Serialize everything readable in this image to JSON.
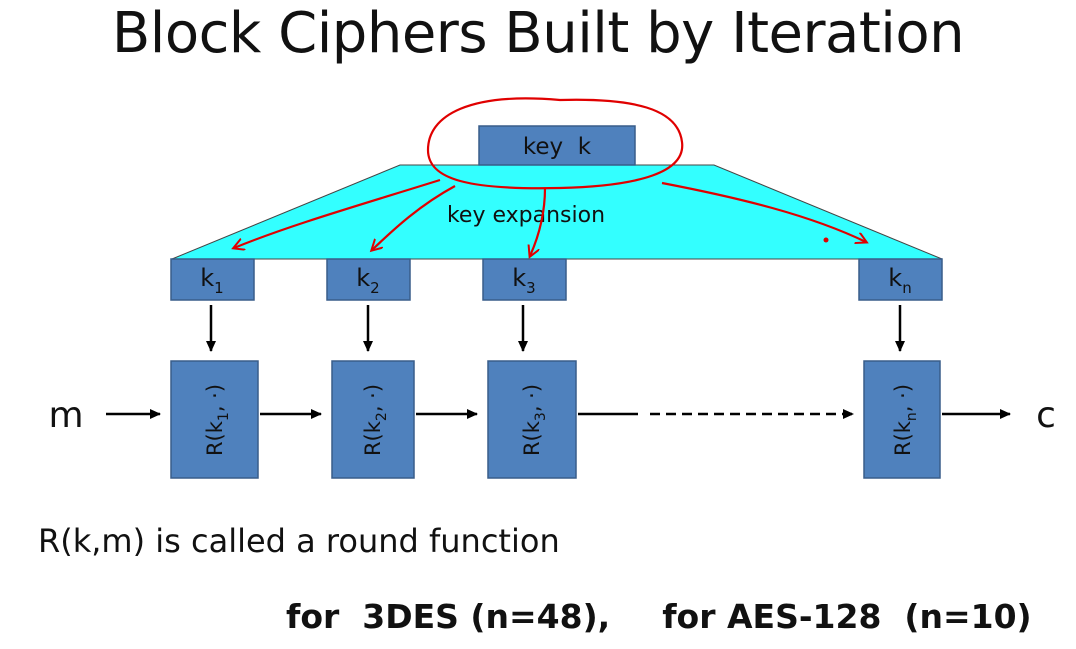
{
  "title": "Block Ciphers Built by Iteration",
  "key_box": "key  k",
  "expansion_label": "key expansion",
  "keys": [
    {
      "base": "k",
      "sub": "1"
    },
    {
      "base": "k",
      "sub": "2"
    },
    {
      "base": "k",
      "sub": "3"
    },
    {
      "base": "k",
      "sub": "n"
    }
  ],
  "rounds": [
    {
      "prefix": "R(k",
      "sub": "1",
      "suffix": ", ·)"
    },
    {
      "prefix": "R(k",
      "sub": "2",
      "suffix": ", ·)"
    },
    {
      "prefix": "R(k",
      "sub": "3",
      "suffix": ", ·)"
    },
    {
      "prefix": "R(k",
      "sub": "n",
      "suffix": ", ·)"
    }
  ],
  "input_label": "m",
  "output_label": "c",
  "caption": "R(k,m) is called a round function",
  "footnote": {
    "left": "for  3DES (n=48),",
    "right": "for AES-128  (n=10)"
  },
  "colors": {
    "box_fill": "#4f81bd",
    "box_stroke": "#385d8a",
    "trapezoid_fill": "#33ffff",
    "annotation": "#e00000"
  }
}
